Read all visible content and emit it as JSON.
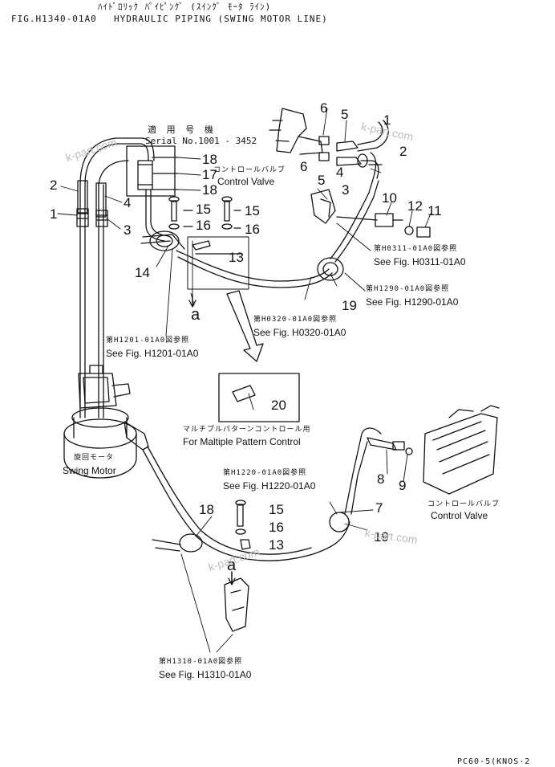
{
  "header": {
    "line1": "ﾊｲﾄﾞﾛﾘｯｸ ﾊﾟｲﾋﾟﾝｸﾞ (ｽｲﾝｸﾞ ﾓｰﾀ ﾗｲﾝ)",
    "fig": "FIG.H1340-01A0",
    "title": "HYDRAULIC PIPING (SWING MOTOR LINE)"
  },
  "serial": {
    "jp": "適 用 号 機",
    "text": "Serial No.1001 - 3452"
  },
  "labels": {
    "control_valve_top_jp": "コントロールバルブ",
    "control_valve_top": "Control Valve",
    "control_valve_right_jp": "コントロールバルブ",
    "control_valve_right": "Control Valve",
    "swing_motor_jp": "旋回モータ",
    "swing_motor": "Swing Motor",
    "multi_jp": "マルチプルパターンコントロール用",
    "multi": "For Maltiple Pattern Control",
    "arrow_a_top": "a",
    "arrow_a_bottom": "a"
  },
  "refs": [
    {
      "jp": "第H0311-01A0図参照",
      "en": "See Fig. H0311-01A0"
    },
    {
      "jp": "第H1290-01A0図参照",
      "en": "See Fig. H1290-01A0"
    },
    {
      "jp": "第H0320-01A0図参照",
      "en": "See Fig. H0320-01A0"
    },
    {
      "jp": "第H1201-01A0図参照",
      "en": "See Fig. H1201-01A0"
    },
    {
      "jp": "第H1220-01A0図参照",
      "en": "See Fig. H1220-01A0"
    },
    {
      "jp": "第H1310-01A0図参照",
      "en": "See Fig. H1310-01A0"
    }
  ],
  "callouts": {
    "c1": "1",
    "c2": "2",
    "c3": "3",
    "c4": "4",
    "c6a": "6",
    "c5a": "5",
    "c1b": "1",
    "c2b": "2",
    "c6b": "6",
    "c5b": "5",
    "c4b": "4",
    "c3b": "3",
    "c18a": "18",
    "c17": "17",
    "c18b": "18",
    "c15a": "15",
    "c15b": "15",
    "c16a": "16",
    "c16b": "16",
    "c13a": "13",
    "c14": "14",
    "c10": "10",
    "c12": "12",
    "c11": "11",
    "c19a": "19",
    "c20": "20",
    "c8": "8",
    "c9": "9",
    "c7": "7",
    "c19b": "19",
    "c18c": "18",
    "c15c": "15",
    "c16c": "16",
    "c13b": "13"
  },
  "watermark": [
    "k-part.com",
    "k-part.com",
    "k-part.com",
    "k-part.com"
  ],
  "footer": "PC60-5(KNOS-2"
}
